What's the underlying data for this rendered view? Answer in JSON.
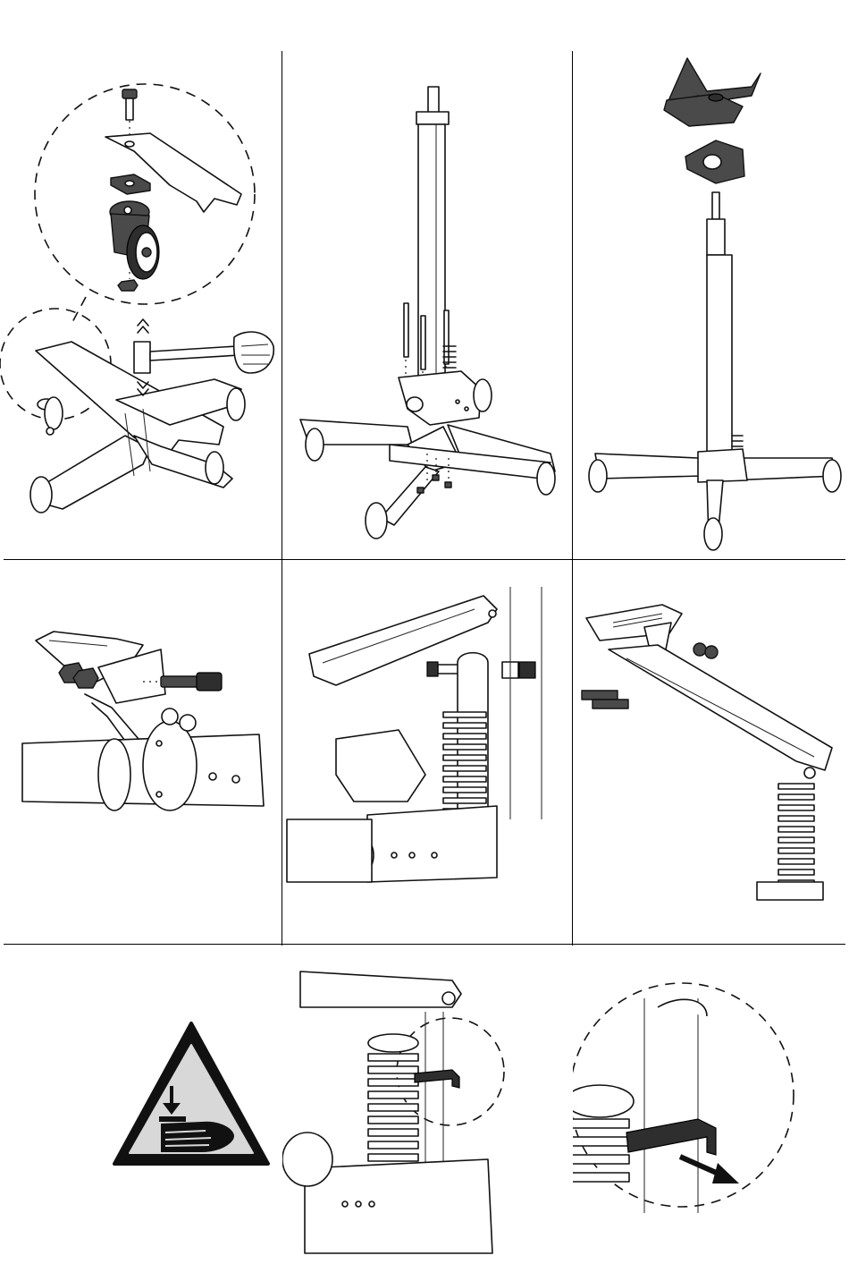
{
  "document": {
    "type": "assembly-instruction-sheet",
    "layout": {
      "rows": 3,
      "columns": 3
    }
  },
  "panels": [
    {
      "id": "step-1",
      "content": "caster-wheel-mounting-with-hammer",
      "icons": [
        "bolt-icon",
        "washer-icon",
        "caster-wheel-icon",
        "nut-icon",
        "hammer-icon",
        "up-down-arrows-icon"
      ]
    },
    {
      "id": "step-2",
      "content": "column-to-base-bolting",
      "icons": [
        "bolt-icon",
        "nut-icon",
        "caster-wheel-icon"
      ]
    },
    {
      "id": "step-3",
      "content": "saddle-and-plate-on-column",
      "icons": [
        "saddle-icon",
        "plate-icon",
        "caster-wheel-icon"
      ]
    },
    {
      "id": "step-4",
      "content": "pedal-bracket-bolting",
      "icons": [
        "bolt-icon",
        "nut-icon"
      ]
    },
    {
      "id": "step-5",
      "content": "lever-arm-pivot-bolt",
      "icons": [
        "bolt-icon",
        "nut-icon",
        "spring-icon"
      ]
    },
    {
      "id": "step-6",
      "content": "foot-pedal-on-lever-arm",
      "icons": [
        "foot-pedal-icon",
        "bolt-icon",
        "nut-icon",
        "spring-icon"
      ]
    },
    {
      "id": "warning",
      "content": "hand-crush-hazard-sign",
      "icons": [
        "warning-triangle-icon",
        "hand-crush-icon"
      ],
      "colors": {
        "border": "#111111",
        "fill": "#d8d8d8"
      }
    },
    {
      "id": "step-8",
      "content": "spring-retaining-clip",
      "icons": [
        "spring-icon",
        "clip-icon"
      ]
    },
    {
      "id": "step-9",
      "content": "clip-removal-detail",
      "icons": [
        "clip-icon",
        "arrow-icon"
      ]
    }
  ]
}
